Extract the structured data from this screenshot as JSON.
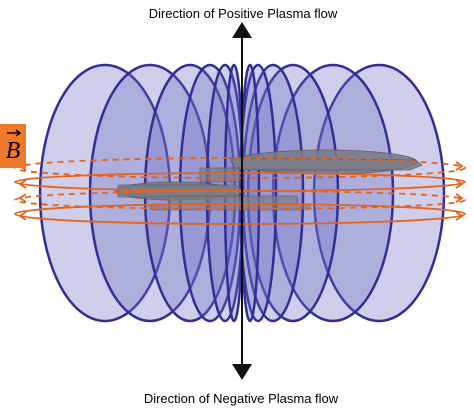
{
  "labels": {
    "top": "Direction of Positive Plasma flow",
    "bottom": "Direction of Negative Plasma flow",
    "field_symbol": "B"
  },
  "colors": {
    "shell_stroke": "#2f2f96",
    "shell_fill": "#6a6ac2",
    "field_line": "#e4631c",
    "field_badge": "#f0782c",
    "axis": "#111111",
    "ship_hull": "#7c7c88"
  },
  "icons": {
    "field_vector": "b-vector-icon",
    "ship": "starship-icon"
  }
}
